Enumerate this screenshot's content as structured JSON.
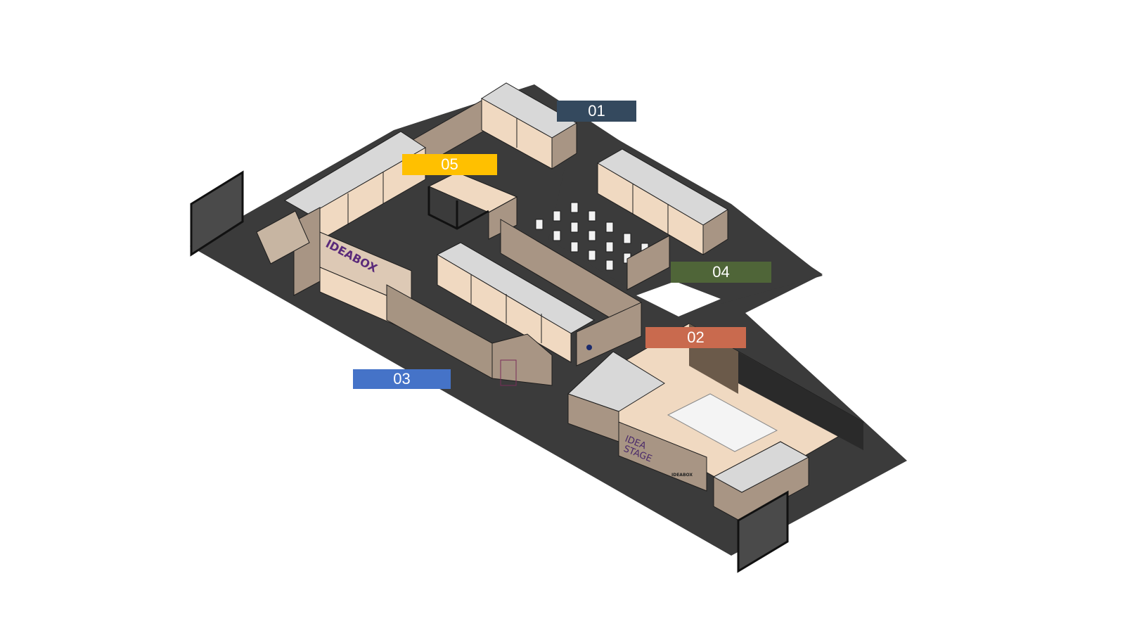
{
  "zones": [
    {
      "id": "01",
      "label": "01",
      "color": "#34495e"
    },
    {
      "id": "02",
      "label": "02",
      "color": "#c96a4e"
    },
    {
      "id": "03",
      "label": "03",
      "color": "#4573c8"
    },
    {
      "id": "04",
      "label": "04",
      "color": "#4f6538"
    },
    {
      "id": "05",
      "label": "05",
      "color": "#ffc000"
    }
  ],
  "signs": {
    "ideabox_main": "IDEABOX",
    "idea_stage_line1": "IDEA",
    "idea_stage_line2": "STAGE",
    "ideabox_small": "IDEABOX"
  },
  "palette": {
    "floor": "#3b3b3b",
    "wall": "#a89584",
    "wall_light": "#ddc9b5",
    "booth_floor": "#f0d9c1",
    "glass": "#d8d8d8",
    "outline": "#1e1e1e"
  }
}
